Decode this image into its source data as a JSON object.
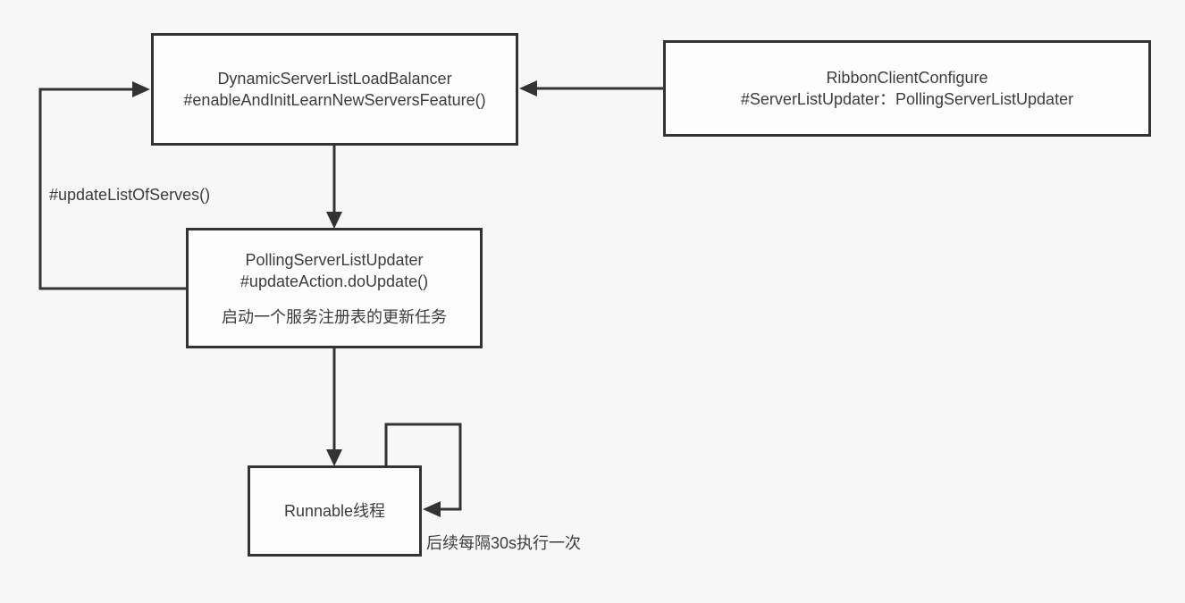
{
  "diagram": {
    "colors": {
      "background": "#f7f7f7",
      "node_fill": "#fdfdfd",
      "stroke": "#333333",
      "text": "#3c3c3c"
    },
    "nodes": {
      "load_balancer": {
        "line1": "DynamicServerListLoadBalancer",
        "line2": "#enableAndInitLearnNewServersFeature()"
      },
      "ribbon_client_configure": {
        "line1": "RibbonClientConfigure",
        "line2": "#ServerListUpdater：PollingServerListUpdater"
      },
      "polling_server_list_updater": {
        "line1": "PollingServerListUpdater",
        "line2": "#updateAction.doUpdate()",
        "note": "启动一个服务注册表的更新任务"
      },
      "runnable_thread": {
        "line1": "Runnable线程"
      }
    },
    "edge_labels": {
      "update_list_of_serves": "#updateListOfServes()",
      "interval_note": "后续每隔30s执行一次"
    },
    "edges": [
      {
        "from": "ribbon_client_configure",
        "to": "load_balancer",
        "label": ""
      },
      {
        "from": "load_balancer",
        "to": "polling_server_list_updater",
        "label": ""
      },
      {
        "from": "polling_server_list_updater",
        "to": "load_balancer",
        "label": "#updateListOfServes()"
      },
      {
        "from": "polling_server_list_updater",
        "to": "runnable_thread",
        "label": ""
      },
      {
        "from": "runnable_thread",
        "to": "runnable_thread",
        "label": "后续每隔30s执行一次"
      }
    ]
  }
}
